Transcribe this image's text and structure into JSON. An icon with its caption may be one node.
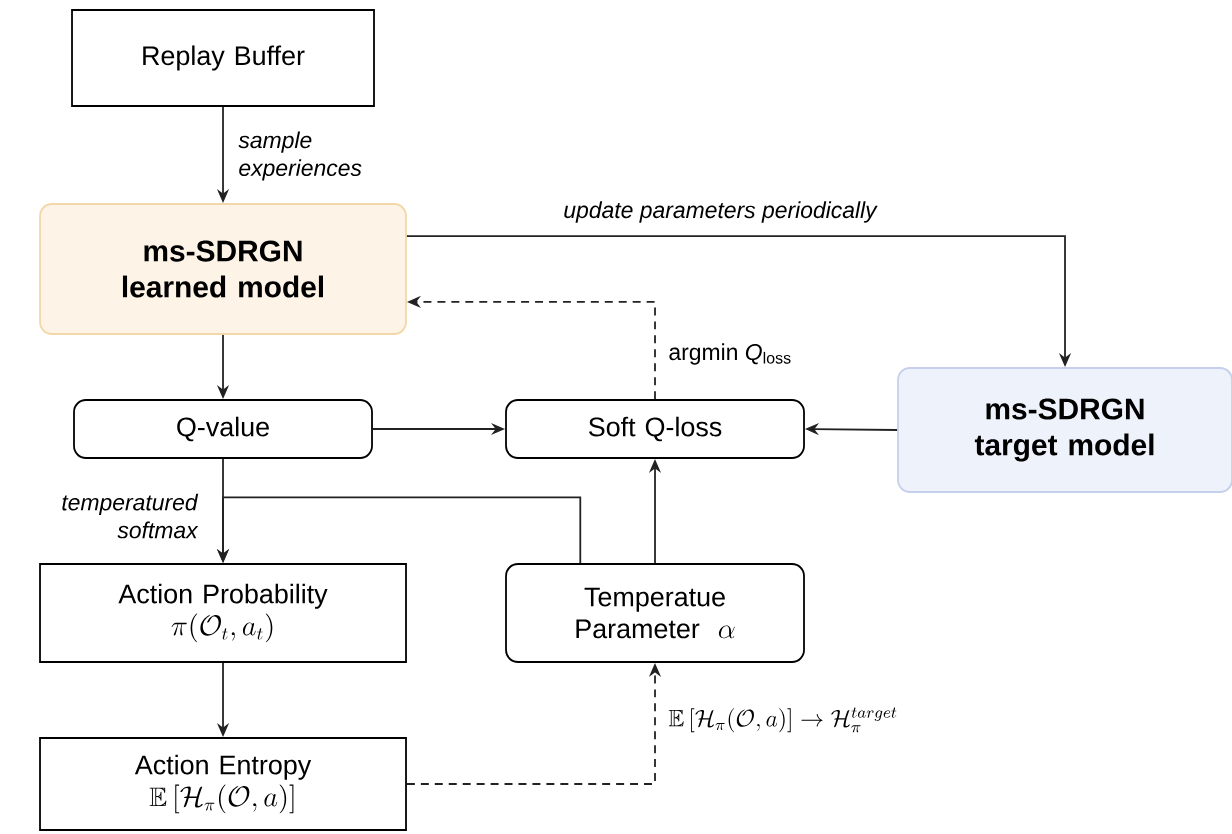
{
  "diagram": {
    "nodes": [
      {
        "text": [
          "Replay Buffer"
        ]
      },
      {
        "text": [
          "ms-SDRGN learned model"
        ]
      },
      {
        "text": [
          "Q-value"
        ]
      },
      {
        "text": [
          "Soft Q-loss"
        ]
      },
      {
        "text": [
          "ms-SDRGN target model"
        ]
      },
      {
        "text": [
          "Action Probability",
          "\\pi(\\mathcal{O}_t,a_t)"
        ]
      },
      {
        "text": [
          "Temperatue Parameter",
          "\\alpha"
        ]
      },
      {
        "text": [
          "Action Entropy",
          "\\mathbb{E}\\left[\\mathcal{H}_\\pi(\\mathcal{O},a)\\right]"
        ]
      }
    ],
    "edges": [
      {
        "from": 0,
        "to": 1,
        "arrow": "to",
        "label": "sample experiences"
      },
      {
        "from": 1,
        "to": 4,
        "arrow": "to",
        "label": "update parameters periodically"
      },
      {
        "from": 3,
        "to": 1,
        "arrow": "to",
        "style": "dashed",
        "label": "argmin *Q*$_{loss}$"
      },
      {
        "from": 1,
        "to": 2,
        "arrow": "to"
      },
      {
        "from": 2,
        "to": 3,
        "arrow": "to"
      },
      {
        "from": 4,
        "to": 3,
        "arrow": "to"
      },
      {
        "from": 2,
        "to": 5,
        "arrow": "to",
        "label": "temperatured softmax"
      },
      {
        "from": 6,
        "to": 5,
        "arrow": "to"
      },
      {
        "from": 6,
        "to": 3,
        "arrow": "to"
      },
      {
        "from": 5,
        "to": 7,
        "arrow": "to"
      },
      {
        "from": 7,
        "to": 6,
        "arrow": "to",
        "style": "dashed",
        "label": "\\mathbb{E}\\left[\\mathcal{H}_\\pi(\\mathcal{O},a)\\right] \\rightarrow \\mathcal{H}_\\pi^{target}"
      }
    ]
  }
}
